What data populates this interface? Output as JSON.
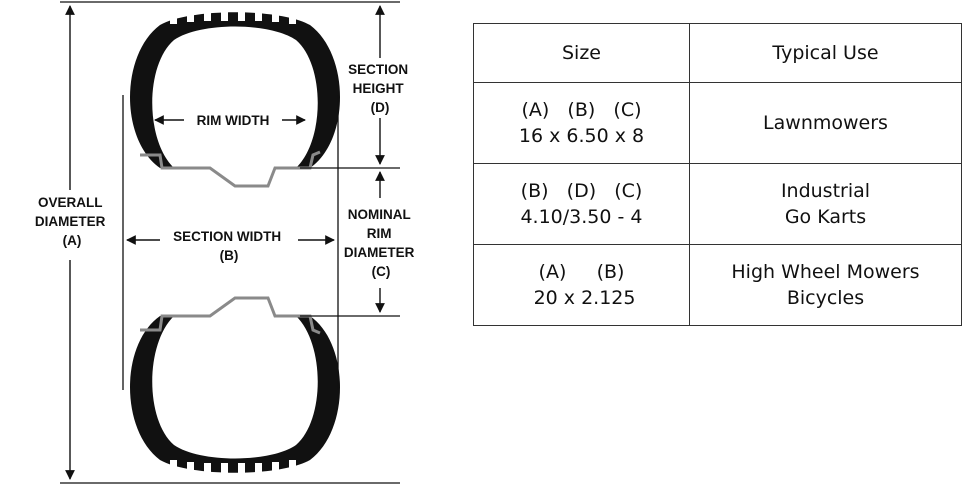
{
  "diagram": {
    "overall_diameter": [
      "OVERALL",
      "DIAMETER",
      "(A)"
    ],
    "section_height": [
      "SECTION",
      "HEIGHT",
      "(D)"
    ],
    "rim_width": "RIM WIDTH",
    "section_width": [
      "SECTION WIDTH",
      "(B)"
    ],
    "nominal_rim_diameter": [
      "NOMINAL",
      "RIM",
      "DIAMETER",
      "(C)"
    ]
  },
  "table": {
    "headers": [
      "Size",
      "Typical Use"
    ],
    "rows": [
      {
        "size": [
          "(A)   (B)   (C)",
          "16 x 6.50 x 8"
        ],
        "use": [
          "Lawnmowers"
        ]
      },
      {
        "size": [
          "(B)   (D)   (C)",
          "4.10/3.50 - 4"
        ],
        "use": [
          "Industrial",
          "Go Karts"
        ]
      },
      {
        "size": [
          "(A)     (B)",
          " 20 x 2.125"
        ],
        "use": [
          "High Wheel Mowers",
          "Bicycles"
        ]
      }
    ]
  },
  "colors": {
    "line": "#111111",
    "rim": "#8a8a8a",
    "table_border": "#333333"
  }
}
